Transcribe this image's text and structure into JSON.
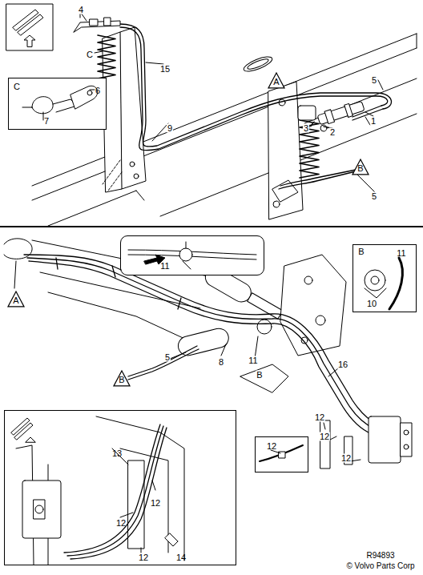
{
  "diagram": {
    "nodes": [
      {
        "text": [
          "C",
          "6",
          "7"
        ]
      },
      {
        "text": [
          "A"
        ]
      },
      {
        "text": [
          "B"
        ]
      },
      {
        "text": [
          "11"
        ]
      },
      {
        "text": [
          "B",
          "11",
          "10"
        ]
      },
      {
        "text": [
          "A"
        ]
      },
      {
        "text": [
          "B"
        ]
      },
      {
        "text": [
          "12"
        ]
      },
      {
        "text": [
          "13",
          "12",
          "12",
          "12",
          "14"
        ]
      }
    ],
    "labels": [
      "4",
      "C",
      "15",
      "5",
      "1",
      "2",
      "3",
      "9",
      "5",
      "5",
      "8",
      "11",
      "B",
      "16",
      "12",
      "12",
      "12",
      "R94893",
      "© Volvo Parts Corp"
    ]
  }
}
